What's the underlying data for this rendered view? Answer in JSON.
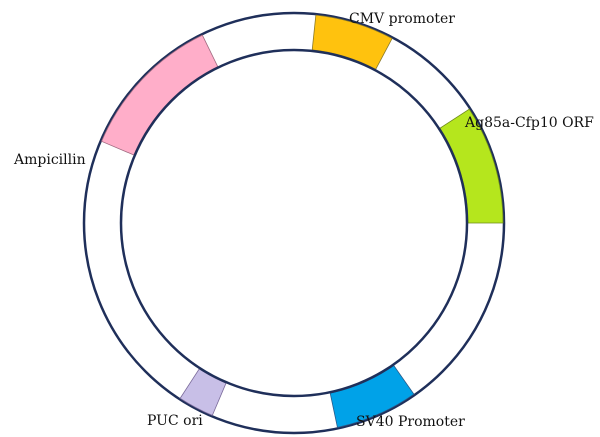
{
  "diagram": {
    "type": "plasmid-map",
    "ring": {
      "stroke_color": "#1f2f5a",
      "fill_color": "#ffffff"
    },
    "features": [
      {
        "id": "cmv",
        "label": "CMV promoter",
        "color": "#ffc20e"
      },
      {
        "id": "ag85a",
        "label": "Ag85a-Cfp10 ORF",
        "color": "#b5e61d"
      },
      {
        "id": "sv40",
        "label": "SV40 Promoter",
        "color": "#00a2e8"
      },
      {
        "id": "puc",
        "label": "PUC ori",
        "color": "#c8bfe7"
      },
      {
        "id": "amp",
        "label": "Ampicillin",
        "color": "#ffaec9"
      }
    ]
  }
}
